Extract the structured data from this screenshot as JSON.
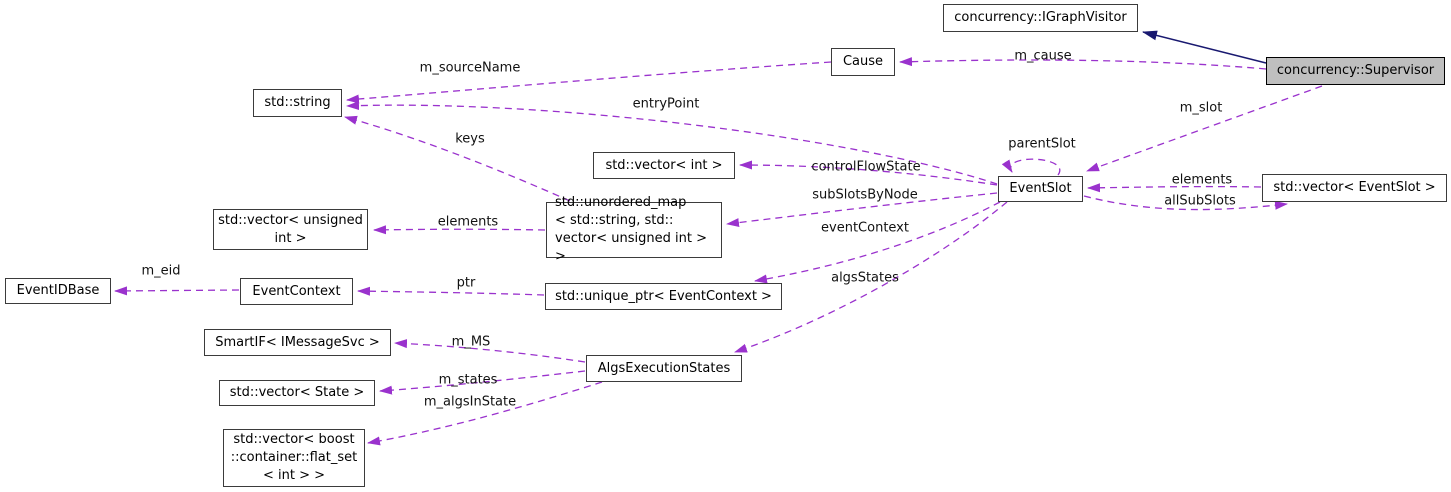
{
  "diagram": {
    "kind": "collaboration-graph",
    "colors": {
      "usage_edge": "#9a32cd",
      "inheritance_edge": "#191970",
      "node_border": "#3b3b3b",
      "node_fill": "#ffffff",
      "highlight_node_fill": "#bfbfbf",
      "background": "#ffffff",
      "text": "#000000"
    },
    "nodes": [
      {
        "id": "igraphvisitor",
        "label": "concurrency::IGraphVisitor"
      },
      {
        "id": "supervisor",
        "label": "concurrency::Supervisor"
      },
      {
        "id": "cause",
        "label": "Cause"
      },
      {
        "id": "string",
        "label": "std::string"
      },
      {
        "id": "vector-int",
        "label": "std::vector< int >"
      },
      {
        "id": "eventslot",
        "label": "EventSlot"
      },
      {
        "id": "vector-eventslot",
        "label": "std::vector< EventSlot >"
      },
      {
        "id": "vector-unsigned-int",
        "label": "std::vector< unsigned\nint >"
      },
      {
        "id": "unordered-map",
        "label": "std::unordered_map\n< std::string, std::\nvector< unsigned int > >"
      },
      {
        "id": "eventidbase",
        "label": "EventIDBase"
      },
      {
        "id": "eventcontext",
        "label": "EventContext"
      },
      {
        "id": "unique-ptr-eventcontext",
        "label": "std::unique_ptr< EventContext >"
      },
      {
        "id": "smartif-imessagesvc",
        "label": "SmartIF< IMessageSvc >"
      },
      {
        "id": "algsexecutionstates",
        "label": "AlgsExecutionStates"
      },
      {
        "id": "vector-state",
        "label": "std::vector< State >"
      },
      {
        "id": "vector-boost-flatset",
        "label": "std::vector< boost\n::container::flat_set\n< int > >"
      }
    ],
    "edges": [
      {
        "from": "supervisor",
        "to": "igraphvisitor",
        "type": "inheritance",
        "label": ""
      },
      {
        "from": "supervisor",
        "to": "cause",
        "type": "usage",
        "label": "m_cause"
      },
      {
        "from": "cause",
        "to": "string",
        "type": "usage",
        "label": "m_sourceName"
      },
      {
        "from": "eventslot",
        "to": "string",
        "type": "usage",
        "label": "entryPoint"
      },
      {
        "from": "unordered-map",
        "to": "string",
        "type": "usage",
        "label": "keys"
      },
      {
        "from": "eventslot",
        "to": "vector-int",
        "type": "usage",
        "label": "controlFlowState"
      },
      {
        "from": "eventslot",
        "to": "unordered-map",
        "type": "usage",
        "label": "subSlotsByNode"
      },
      {
        "from": "eventslot",
        "to": "unique-ptr-eventcontext",
        "type": "usage",
        "label": "eventContext"
      },
      {
        "from": "eventslot",
        "to": "algsexecutionstates",
        "type": "usage",
        "label": "algsStates"
      },
      {
        "from": "eventslot",
        "to": "eventslot",
        "type": "usage",
        "label": "parentSlot"
      },
      {
        "from": "supervisor",
        "to": "eventslot",
        "type": "usage",
        "label": "m_slot"
      },
      {
        "from": "vector-eventslot",
        "to": "eventslot",
        "type": "usage",
        "label": "elements"
      },
      {
        "from": "eventslot",
        "to": "vector-eventslot",
        "type": "usage",
        "label": "allSubSlots"
      },
      {
        "from": "unordered-map",
        "to": "vector-unsigned-int",
        "type": "usage",
        "label": "elements"
      },
      {
        "from": "unique-ptr-eventcontext",
        "to": "eventcontext",
        "type": "usage",
        "label": "ptr"
      },
      {
        "from": "eventcontext",
        "to": "eventidbase",
        "type": "usage",
        "label": "m_eid"
      },
      {
        "from": "algsexecutionstates",
        "to": "smartif-imessagesvc",
        "type": "usage",
        "label": "m_MS"
      },
      {
        "from": "algsexecutionstates",
        "to": "vector-state",
        "type": "usage",
        "label": "m_states"
      },
      {
        "from": "algsexecutionstates",
        "to": "vector-boost-flatset",
        "type": "usage",
        "label": "m_algsInState"
      }
    ]
  }
}
